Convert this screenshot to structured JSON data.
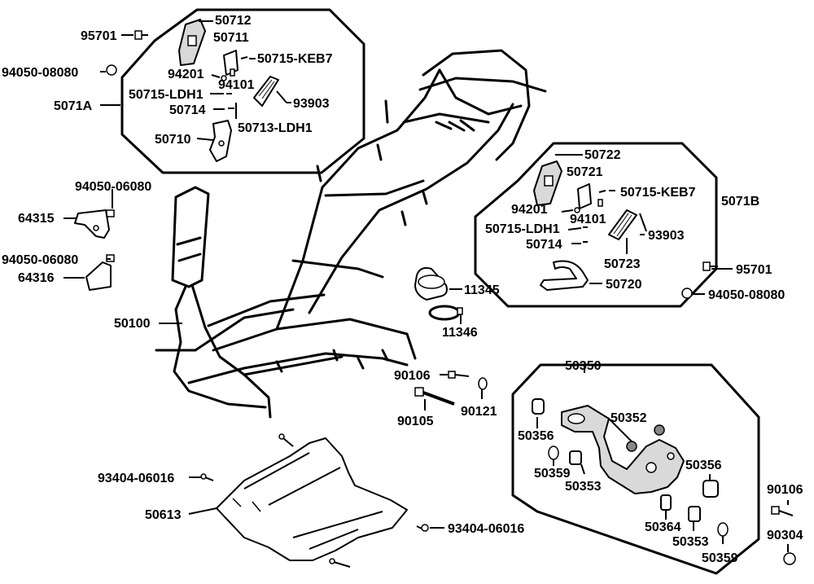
{
  "labels": {
    "p95701_top": "95701",
    "p94050_08080_top": "94050-08080",
    "p5071A": "5071A",
    "p50712": "50712",
    "p50711": "50711",
    "p94201_a": "94201",
    "p50715_keb7_a": "50715-KEB7",
    "p94101_a": "94101",
    "p50715_ldh1_a": "50715-LDH1",
    "p50714_a": "50714",
    "p93903_a": "93903",
    "p50713_ldh1": "50713-LDH1",
    "p50710": "50710",
    "p94050_06080_a": "94050-06080",
    "p64315": "64315",
    "p94050_06080_b": "94050-06080",
    "p64316": "64316",
    "p50100": "50100",
    "p50722": "50722",
    "p50721": "50721",
    "p50715_keb7_b": "50715-KEB7",
    "p5071B": "5071B",
    "p94201_b": "94201",
    "p94101_b": "94101",
    "p50715_ldh1_b": "50715-LDH1",
    "p93903_b": "93903",
    "p50714_b": "50714",
    "p50723": "50723",
    "p50720": "50720",
    "p95701_right": "95701",
    "p94050_08080_right": "94050-08080",
    "p11345": "11345",
    "p11346": "11346",
    "p90106_mid": "90106",
    "p90121": "90121",
    "p90105": "90105",
    "p50350": "50350",
    "p50352": "50352",
    "p50356_a": "50356",
    "p50359_a": "50359",
    "p50353_a": "50353",
    "p50356_b": "50356",
    "p50364": "50364",
    "p50353_b": "50353",
    "p50359_b": "50359",
    "p90106_right": "90106",
    "p90304": "90304",
    "p93404_06016_a": "93404-06016",
    "p50613": "50613",
    "p93404_06016_b": "93404-06016"
  },
  "icons": {
    "frame": "scooter-frame-icon",
    "floor_panel": "floor-panel-icon",
    "engine_hanger": "engine-hanger-bracket-icon"
  }
}
